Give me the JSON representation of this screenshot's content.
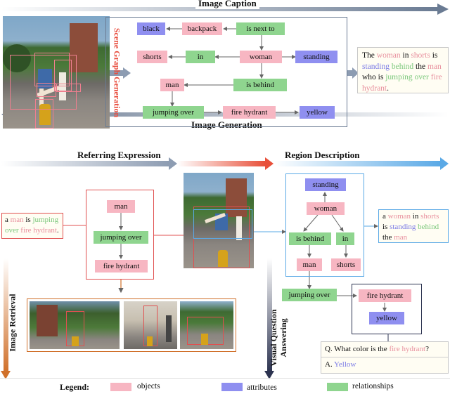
{
  "colors": {
    "object": "#f7b6c2",
    "attribute": "#8f8ff0",
    "relationship": "#8fd58f",
    "frame_red": "#e05050",
    "frame_blue": "#5aa9e6",
    "frame_orange": "#d0702a",
    "frame_navy": "#2c3350"
  },
  "labels": {
    "image_caption": "Image Caption",
    "image_generation": "Image Generation",
    "scene_graph_generation": "Scene Graph Generation",
    "referring_expression": "Referring Expression",
    "region_description": "Region Description",
    "image_retrieval": "Image Retrieval",
    "visual_question_answering": "Visual Question Answering"
  },
  "scene_graph": {
    "black": "black",
    "backpack": "backpack",
    "is_next_to": "is next to",
    "shorts": "shorts",
    "in": "in",
    "woman": "woman",
    "standing": "standing",
    "man": "man",
    "is_behind": "is behind",
    "jumping_over": "jumping over",
    "fire_hydrant": "fire hydrant",
    "yellow": "yellow"
  },
  "caption": {
    "words": [
      {
        "t": "The ",
        "c": ""
      },
      {
        "t": "woman",
        "c": "obj"
      },
      {
        "t": " in ",
        "c": ""
      },
      {
        "t": "shorts",
        "c": "obj"
      },
      {
        "t": " is ",
        "c": ""
      },
      {
        "t": "standing",
        "c": "attr"
      },
      {
        "t": " ",
        "c": ""
      },
      {
        "t": "behind",
        "c": "rel"
      },
      {
        "t": " the ",
        "c": ""
      },
      {
        "t": "man",
        "c": "obj"
      },
      {
        "t": " who is ",
        "c": ""
      },
      {
        "t": "jumping over",
        "c": "rel"
      },
      {
        "t": " ",
        "c": ""
      },
      {
        "t": "fire hydrant",
        "c": "obj"
      },
      {
        "t": ".",
        "c": ""
      }
    ]
  },
  "referring": {
    "sentence": [
      {
        "t": "a ",
        "c": ""
      },
      {
        "t": "man",
        "c": "obj"
      },
      {
        "t": " is ",
        "c": ""
      },
      {
        "t": "jumping over",
        "c": "rel"
      },
      {
        "t": " ",
        "c": ""
      },
      {
        "t": "fire hydrant",
        "c": "obj"
      },
      {
        "t": ".",
        "c": ""
      }
    ],
    "man": "man",
    "jumping_over": "jumping over",
    "fire_hydrant": "fire hydrant"
  },
  "region": {
    "standing": "standing",
    "woman": "woman",
    "is_behind": "is behind",
    "in": "in",
    "man": "man",
    "shorts": "shorts",
    "sentence": [
      {
        "t": "a ",
        "c": ""
      },
      {
        "t": "woman",
        "c": "obj"
      },
      {
        "t": " in ",
        "c": ""
      },
      {
        "t": "shorts",
        "c": "obj"
      },
      {
        "t": " is ",
        "c": ""
      },
      {
        "t": "standing",
        "c": "attr"
      },
      {
        "t": " ",
        "c": ""
      },
      {
        "t": "behind",
        "c": "rel"
      },
      {
        "t": " the ",
        "c": ""
      },
      {
        "t": "man",
        "c": "obj"
      }
    ]
  },
  "vqa": {
    "jumping_over": "jumping over",
    "fire_hydrant": "fire hydrant",
    "yellow": "yellow",
    "question": [
      {
        "t": "Q.  What color is the ",
        "c": ""
      },
      {
        "t": "fire hydrant",
        "c": "obj"
      },
      {
        "t": "?",
        "c": ""
      }
    ],
    "answer": [
      {
        "t": "A.  ",
        "c": ""
      },
      {
        "t": "Yellow",
        "c": "attr"
      }
    ]
  },
  "legend": {
    "title": "Legend:",
    "objects": "objects",
    "attributes": "attributes",
    "relationships": "relationships"
  }
}
